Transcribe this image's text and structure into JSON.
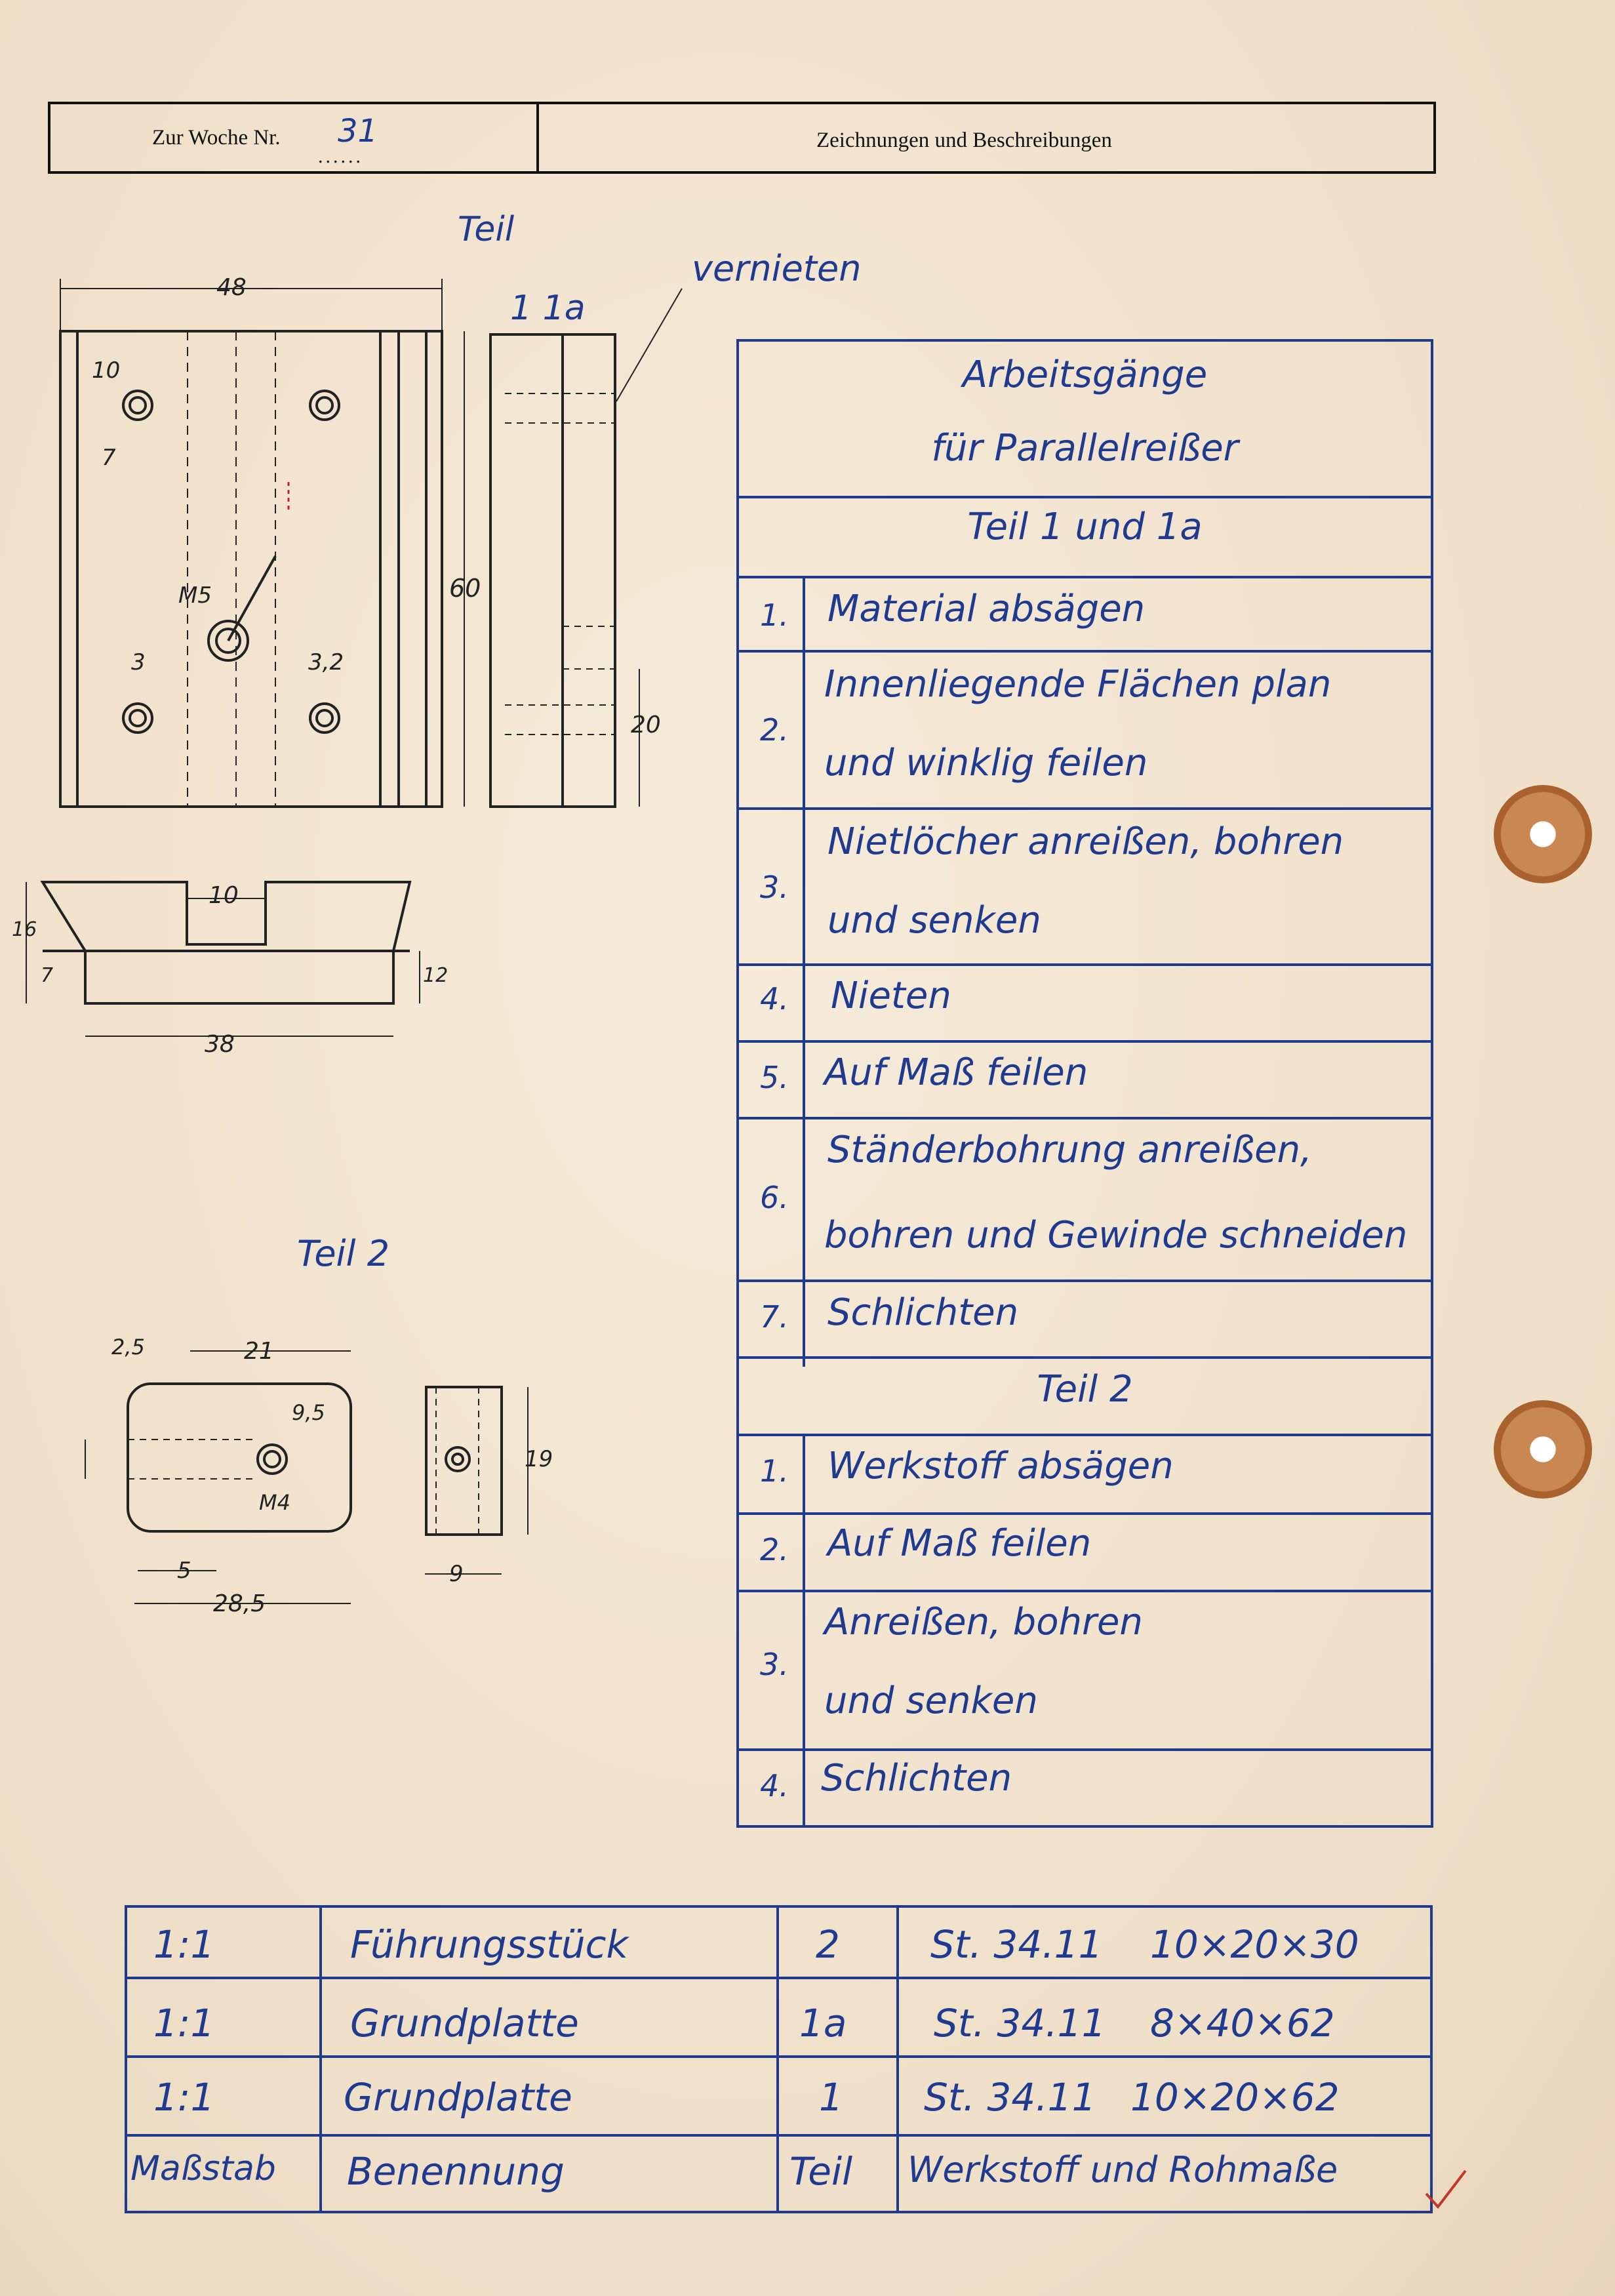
{
  "header": {
    "week_label": "Zur Woche Nr.",
    "week_number": "31",
    "section_title": "Zeichnungen und Beschreibungen"
  },
  "drawing_labels": {
    "part": "Teil",
    "part_numbers": "1  1a",
    "rivet_note": "vernieten",
    "part2_title": "Teil 2"
  },
  "dimensions": {
    "part1": [
      "48",
      "10",
      "7",
      "M5",
      "3",
      "3,2",
      "60",
      "20"
    ],
    "part1_section": [
      "10",
      "16",
      "7",
      "12",
      "38"
    ],
    "part2": [
      "2,5",
      "21",
      "9,5",
      "M4",
      "5",
      "28,5",
      "19",
      "9"
    ]
  },
  "operations": {
    "title_line1": "Arbeitsgänge",
    "title_line2": "für Parallelreißer",
    "group1_title": "Teil 1 und 1a",
    "group1": [
      {
        "num": "1.",
        "lines": [
          "Material absägen"
        ]
      },
      {
        "num": "2.",
        "lines": [
          "Innenliegende Flächen plan",
          "und winklig feilen"
        ]
      },
      {
        "num": "3.",
        "lines": [
          "Nietlöcher anreißen, bohren",
          "und senken"
        ]
      },
      {
        "num": "4.",
        "lines": [
          "Nieten"
        ]
      },
      {
        "num": "5.",
        "lines": [
          "Auf Maß feilen"
        ]
      },
      {
        "num": "6.",
        "lines": [
          "Ständerbohrung anreißen,",
          "bohren und Gewinde schneiden"
        ]
      },
      {
        "num": "7.",
        "lines": [
          "Schlichten"
        ]
      }
    ],
    "group2_title": "Teil 2",
    "group2": [
      {
        "num": "1.",
        "lines": [
          "Werkstoff absägen"
        ]
      },
      {
        "num": "2.",
        "lines": [
          "Auf Maß feilen"
        ]
      },
      {
        "num": "3.",
        "lines": [
          "Anreißen, bohren",
          "und senken"
        ]
      },
      {
        "num": "4.",
        "lines": [
          "Schlichten"
        ]
      }
    ]
  },
  "parts_list": {
    "rows": [
      {
        "scale": "1:1",
        "name": "Führungsstück",
        "part": "2",
        "material": "St. 34.11",
        "dims": "10×20×30"
      },
      {
        "scale": "1:1",
        "name": "Grundplatte",
        "part": "1a",
        "material": "St. 34.11",
        "dims": "8×40×62"
      },
      {
        "scale": "1:1",
        "name": "Grundplatte",
        "part": "1",
        "material": "St. 34.11",
        "dims": "10×20×62"
      }
    ],
    "header": {
      "scale": "Maßstab",
      "name": "Benennung",
      "part": "Teil",
      "material": "Werkstoff und Rohmaße"
    }
  },
  "colors": {
    "ink": "#1f3a8f",
    "paper": "#f1e3cf",
    "pencil": "#222222"
  }
}
